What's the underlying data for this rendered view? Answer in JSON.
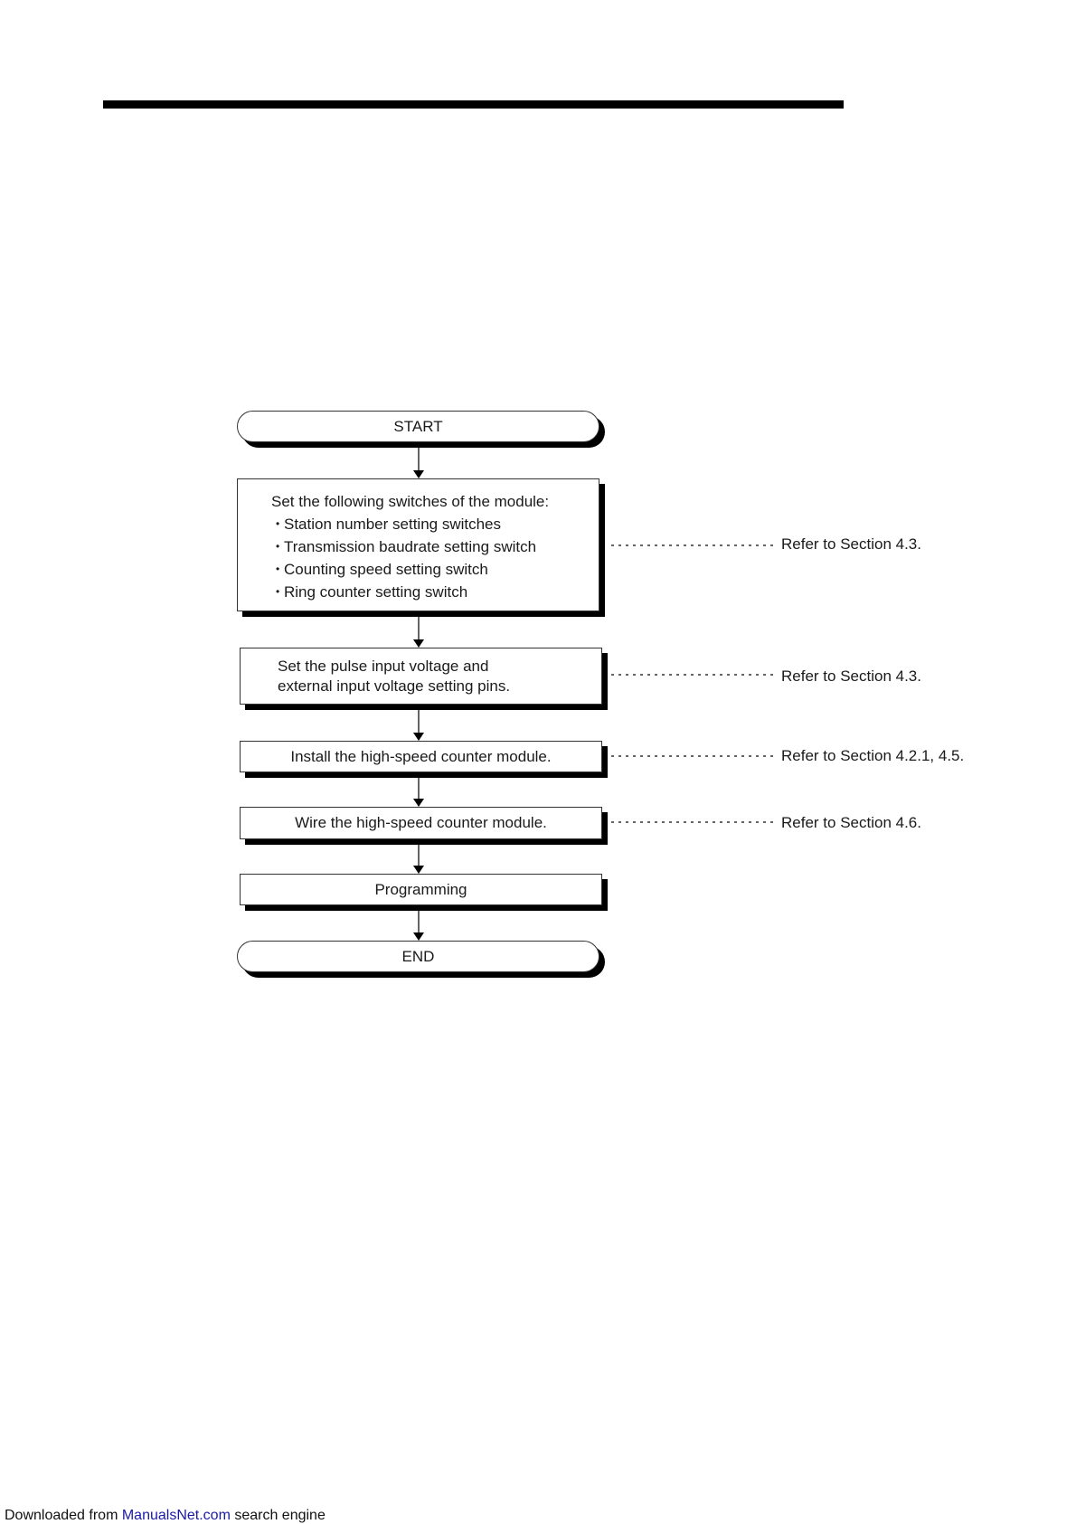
{
  "flowchart": {
    "start": "START",
    "step1": {
      "heading": "Set the following switches of the module:",
      "items": [
        "Station number setting switches",
        "Transmission baudrate setting switch",
        "Counting speed setting switch",
        "Ring counter setting switch"
      ],
      "reference": "Refer to Section 4.3."
    },
    "step2": {
      "line1": "Set the pulse input voltage and",
      "line2": "external input voltage setting pins.",
      "reference": "Refer to Section 4.3."
    },
    "step3": {
      "label": "Install the high-speed counter module.",
      "reference": "Refer to Section 4.2.1, 4.5."
    },
    "step4": {
      "label": "Wire the high-speed counter module.",
      "reference": "Refer to Section 4.6."
    },
    "step5": {
      "label": "Programming"
    },
    "end": "END"
  },
  "footer": {
    "prefix": "Downloaded from ",
    "link": "ManualsNet.com",
    "suffix": " search engine"
  }
}
